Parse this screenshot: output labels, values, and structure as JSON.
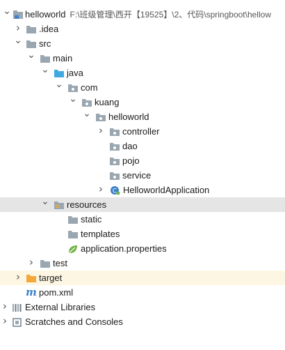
{
  "tree": {
    "root": {
      "label": "helloworld",
      "path": "F:\\班级管理\\西开【19525】\\2、代码\\springboot\\hellow"
    },
    "idea": "idea",
    "src": "src",
    "main": "main",
    "java": "java",
    "com": "com",
    "kuang": "kuang",
    "helloworld_pkg": "helloworld",
    "controller": "controller",
    "dao": "dao",
    "pojo": "pojo",
    "service": "service",
    "app_class": "HelloworldApplication",
    "resources": "resources",
    "static": "static",
    "templates": "templates",
    "app_props": "application.properties",
    "test": "test",
    "target": "target",
    "pom": "pom.xml",
    "external_libraries": "External Libraries",
    "scratches": "Scratches and Consoles"
  },
  "colors": {
    "folder_gray": "#9aa7b0",
    "folder_blue": "#40a9e0",
    "folder_orange": "#f4a83a",
    "spring_green": "#6db33f",
    "maven_blue": "#3c82c8",
    "selected_row": "#e5e5e5",
    "excluded_row": "#fdf6e3"
  }
}
